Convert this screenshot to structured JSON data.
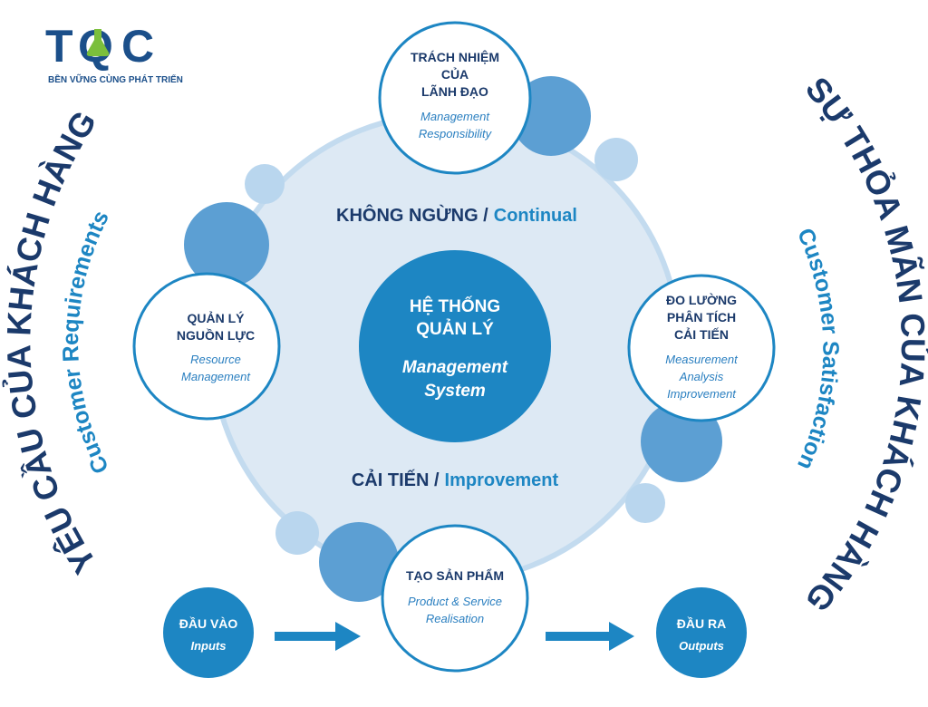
{
  "logo": {
    "letters": [
      "T",
      "Q",
      "C"
    ],
    "tagline": "BỀN VỮNG CÙNG PHÁT TRIỂN"
  },
  "left_arc": {
    "vi": "YÊU CẦU CỦA KHÁCH HÀNG",
    "en": "Customer Requirements"
  },
  "right_arc": {
    "vi": "SỰ THỎA MÃN CỦA KHÁCH HÀNG",
    "en": "Customer Satisfaction"
  },
  "center": {
    "line1": "HỆ THỐNG",
    "line2": "QUẢN LÝ",
    "en1": "Management",
    "en2": "System"
  },
  "loop_top": {
    "vi": "KHÔNG NGỪNG /",
    "en": "Continual"
  },
  "loop_bottom": {
    "vi": "CẢI TIẾN /",
    "en": "Improvement"
  },
  "nodes": {
    "management": {
      "vi": [
        "TRÁCH NHIỆM",
        "CỦA",
        "LÃNH ĐẠO"
      ],
      "en": [
        "Management",
        "Responsibility"
      ]
    },
    "resource": {
      "vi": [
        "QUẢN LÝ",
        "NGUỒN LỰC"
      ],
      "en": [
        "Resource",
        "Management"
      ]
    },
    "measurement": {
      "vi": [
        "ĐO LƯỜNG",
        "PHÂN TÍCH",
        "CẢI TIẾN"
      ],
      "en": [
        "Measurement",
        "Analysis",
        "Improvement"
      ]
    },
    "product": {
      "vi": [
        "TẠO SẢN PHẨM"
      ],
      "en": [
        "Product & Service",
        "Realisation"
      ]
    }
  },
  "inputs": {
    "vi": "ĐẦU VÀO",
    "en": "Inputs"
  },
  "outputs": {
    "vi": "ĐẦU RA",
    "en": "Outputs"
  },
  "colors": {
    "navy": "#1b3a6b",
    "blue": "#1d86c3",
    "mid_blue": "#5c9fd3",
    "light_blue": "#a9cdea",
    "ring_fill": "#dde9f4",
    "node_text_blue": "#2a7fc0",
    "logo_green": "#7bbf3c"
  }
}
